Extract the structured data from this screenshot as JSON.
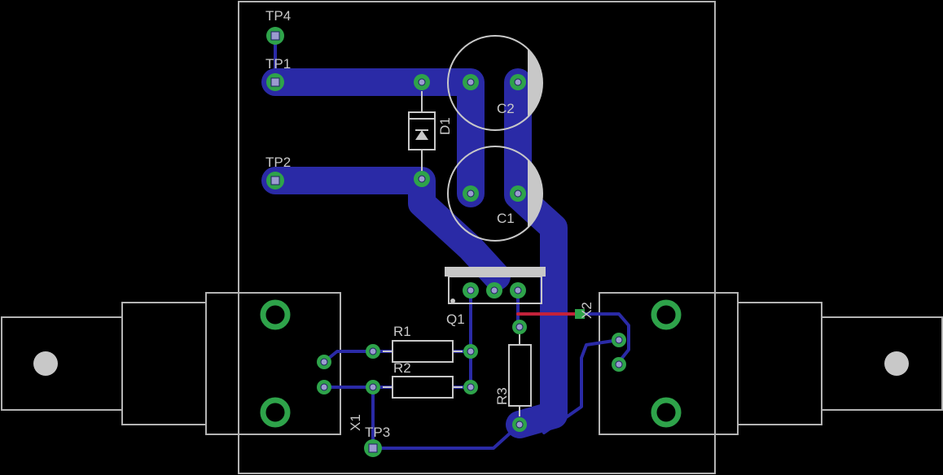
{
  "labels": {
    "tp4": "TP4",
    "tp1": "TP1",
    "tp2": "TP2",
    "tp3": "TP3",
    "d1": "D1",
    "c2": "C2",
    "c1": "C1",
    "q1": "Q1",
    "r1": "R1",
    "r2": "R2",
    "r3": "R3",
    "x1": "X1",
    "x2": "X2"
  },
  "colors": {
    "background": "#000000",
    "board_outline": "#b4b4b4",
    "copper_trace": "#2a2aa6",
    "jumper_trace": "#c4223a",
    "pad": "#2ea34a",
    "silkscreen": "#c8c8c8"
  }
}
